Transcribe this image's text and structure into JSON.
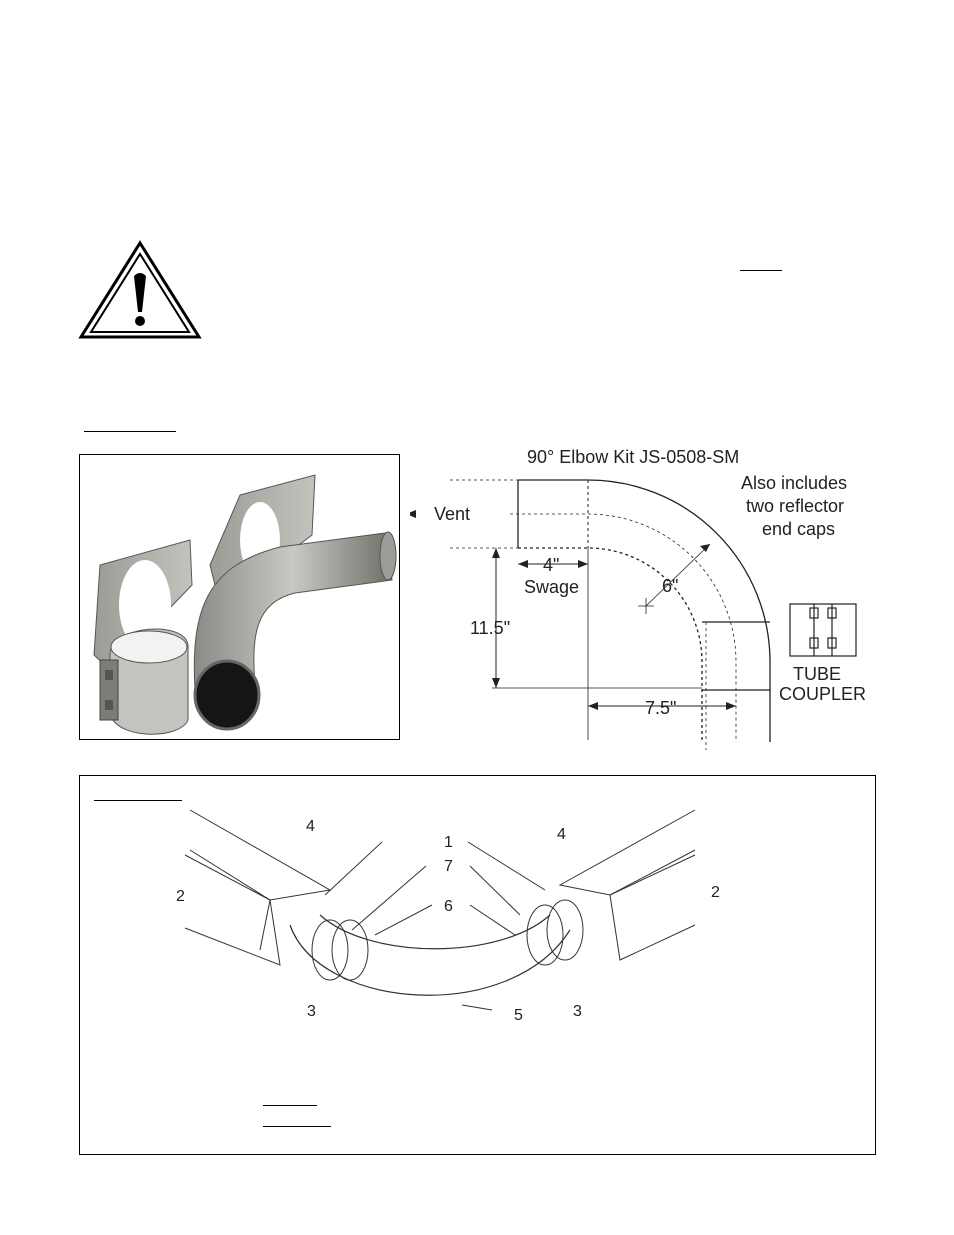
{
  "diagram": {
    "title": "90° Elbow Kit JS-0508-SM",
    "vent_label": "Vent",
    "also_includes": [
      "Also includes",
      "two reflector",
      "end caps"
    ],
    "dim_swage_value": "4\"",
    "dim_swage_label": "Swage",
    "dim_radius": "6\"",
    "dim_height": "11.5\"",
    "dim_width": "7.5\"",
    "coupler_label": [
      "TUBE",
      "COUPLER"
    ]
  },
  "assembly": {
    "callouts": [
      "1",
      "2",
      "2",
      "3",
      "3",
      "4",
      "4",
      "5",
      "6",
      "7"
    ]
  }
}
